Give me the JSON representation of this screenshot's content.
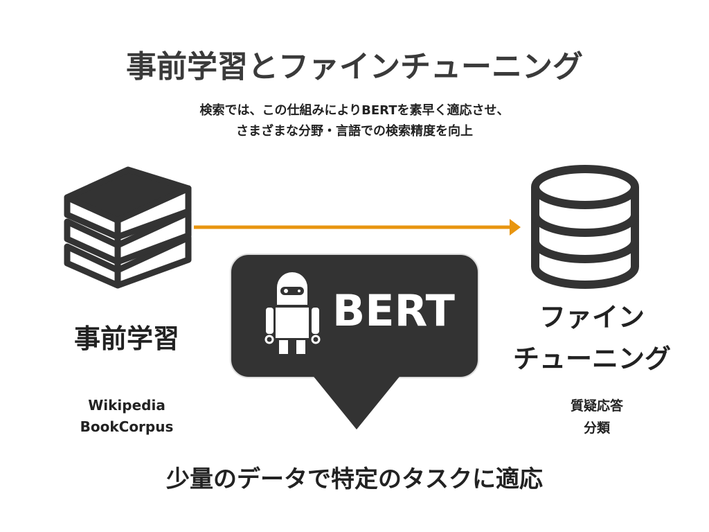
{
  "title": "事前学習とファインチューニング",
  "subtitle": {
    "line1": "検索では、この仕組みによりBERTを素早く適応させ、",
    "line2": "さまざまな分野・言語での検索精度を向上"
  },
  "pretraining": {
    "label": "事前学習",
    "sources": [
      "Wikipedia",
      "BookCorpus"
    ],
    "icon": "books-icon"
  },
  "finetuning": {
    "label_line1": "ファイン",
    "label_line2": "チューニング",
    "tasks": [
      "質疑応答",
      "分類"
    ],
    "icon": "database-icon"
  },
  "bert": {
    "label": "BERT",
    "icon": "robot-icon"
  },
  "bottom_text": "少量のデータで特定のタスクに適応",
  "colors": {
    "arrow": "#E8950F",
    "dark": "#333333"
  }
}
